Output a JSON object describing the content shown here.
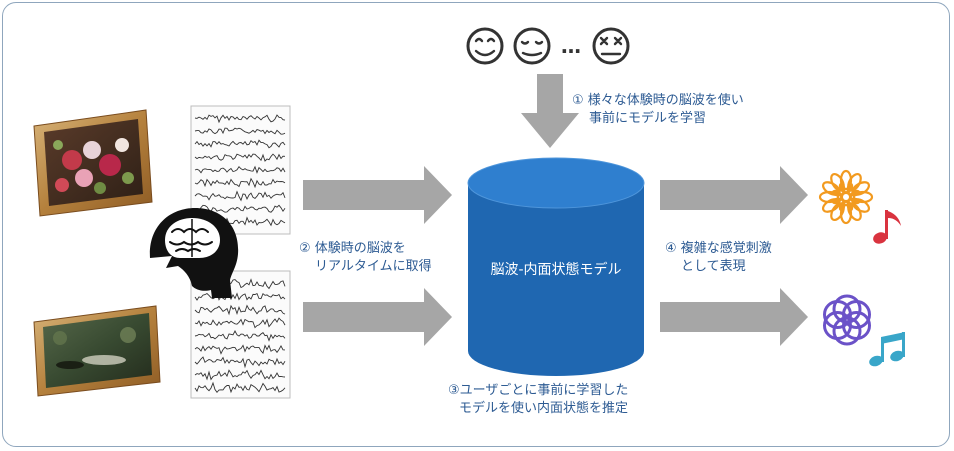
{
  "annotations": {
    "step1_line1": "① 様々な体験時の脳波を使い",
    "step1_line2": "事前にモデルを学習",
    "step2_line1": "② 体験時の脳波を",
    "step2_line2": "リアルタイムに取得",
    "step3_line1": "③ユーザごとに事前に学習した",
    "step3_line2": "モデルを使い内面状態を推定",
    "step4_line1": "④ 複雑な感覚刺激",
    "step4_line2": "として表現"
  },
  "model": {
    "label": "脳波-内面状態モデル"
  },
  "faces": {
    "ellipsis": "…"
  },
  "colors": {
    "accent_text": "#2d5b93",
    "cylinder": "#1f67b1",
    "arrow": "#a6a6a6",
    "orange": "#f29a1f",
    "purple": "#6b52c8",
    "note_red": "#d9333f",
    "note_teal": "#39a6c9"
  },
  "icons": [
    "smiling-face-icon",
    "calm-face-icon",
    "dead-face-icon",
    "head-brain-icon",
    "orange-mandala-icon",
    "purple-flower-icon",
    "red-music-note-icon",
    "teal-music-note-icon"
  ]
}
